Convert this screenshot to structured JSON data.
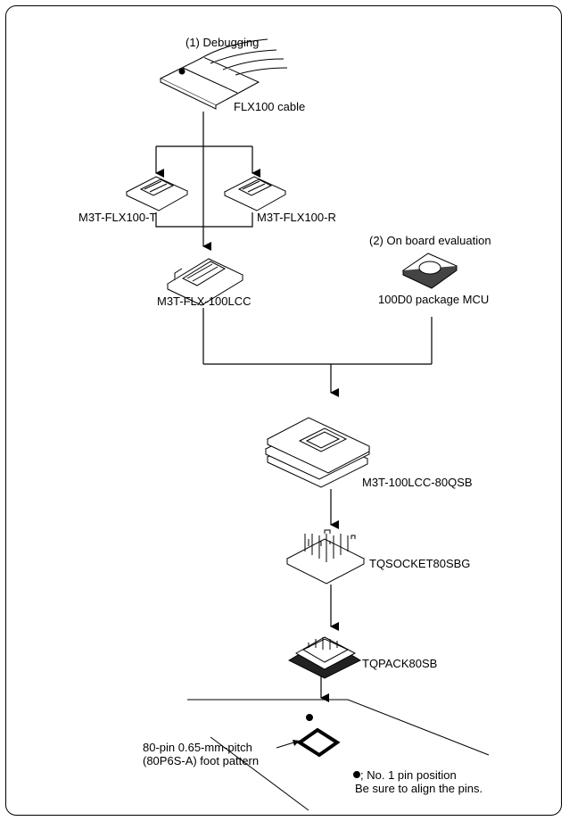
{
  "labels": {
    "debugging": "(1) Debugging",
    "flx100_cable": "FLX100 cable",
    "flx100_t": "M3T-FLX100-T",
    "flx100_r": "M3T-FLX100-R",
    "on_board_evaluation": "(2) On board evaluation",
    "flx_100lcc": "M3T-FLX-100LCC",
    "package_mcu": "100D0 package MCU",
    "lcc_80qsb": "M3T-100LCC-80QSB",
    "tqsocket": "TQSOCKET80SBG",
    "tqpack": "TQPACK80SB",
    "foot_pattern_line1": "80-pin 0.65-mm-pitch",
    "foot_pattern_line2": "(80P6S-A) foot pattern",
    "pin_position": "; No. 1 pin position",
    "align_pins": "Be sure to align the pins."
  }
}
